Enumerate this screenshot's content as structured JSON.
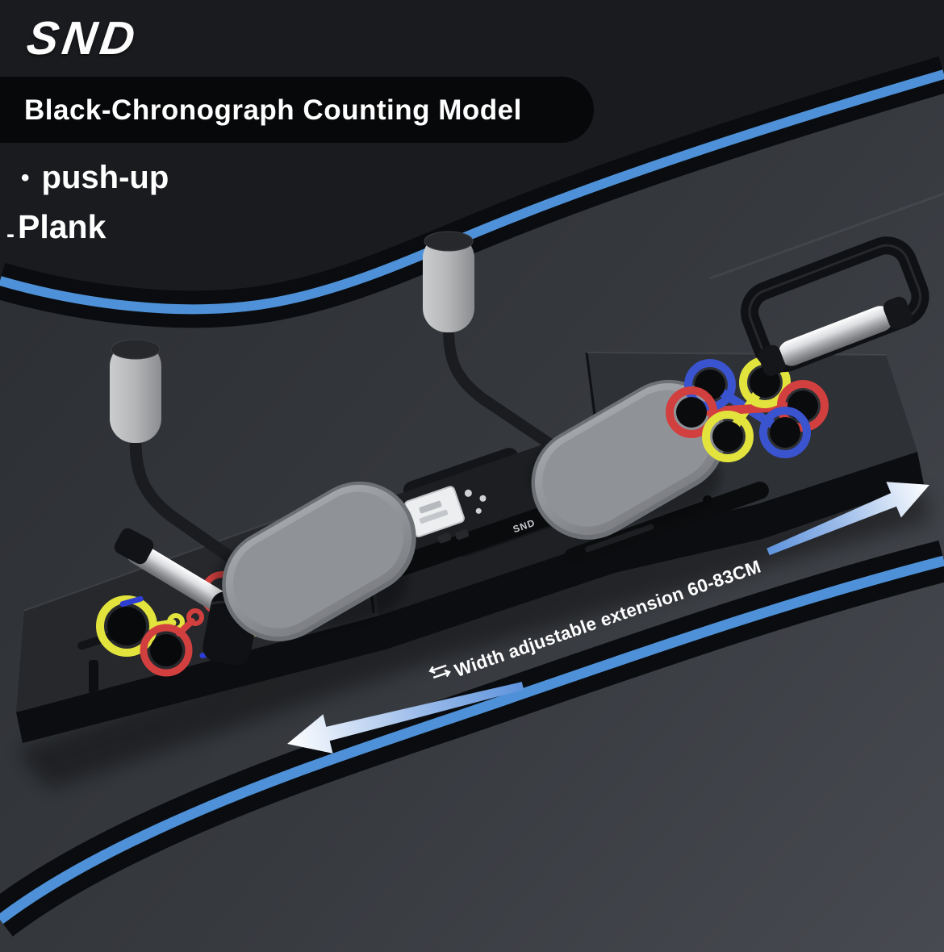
{
  "brand": {
    "logo_text": "SND"
  },
  "banner": {
    "text": "Black-Chronograph Counting Model"
  },
  "features": [
    {
      "bullet": "•",
      "label": "push-up"
    },
    {
      "bullet": "-",
      "label": "Plank"
    }
  ],
  "board": {
    "annotation": "Width adjustable extension 60-83CM",
    "module_brand": "SND"
  },
  "colors": {
    "accent_blue": "#4e91d8",
    "ring_red": "#d23f3f",
    "ring_yellow": "#e3e33e",
    "ring_blue": "#3a53cf",
    "banner_bg": "#070809",
    "text": "#ffffff",
    "arrow_blue": "#5f93dd",
    "pad_gray": "#989ca0",
    "chrome": "#d9dadc"
  }
}
